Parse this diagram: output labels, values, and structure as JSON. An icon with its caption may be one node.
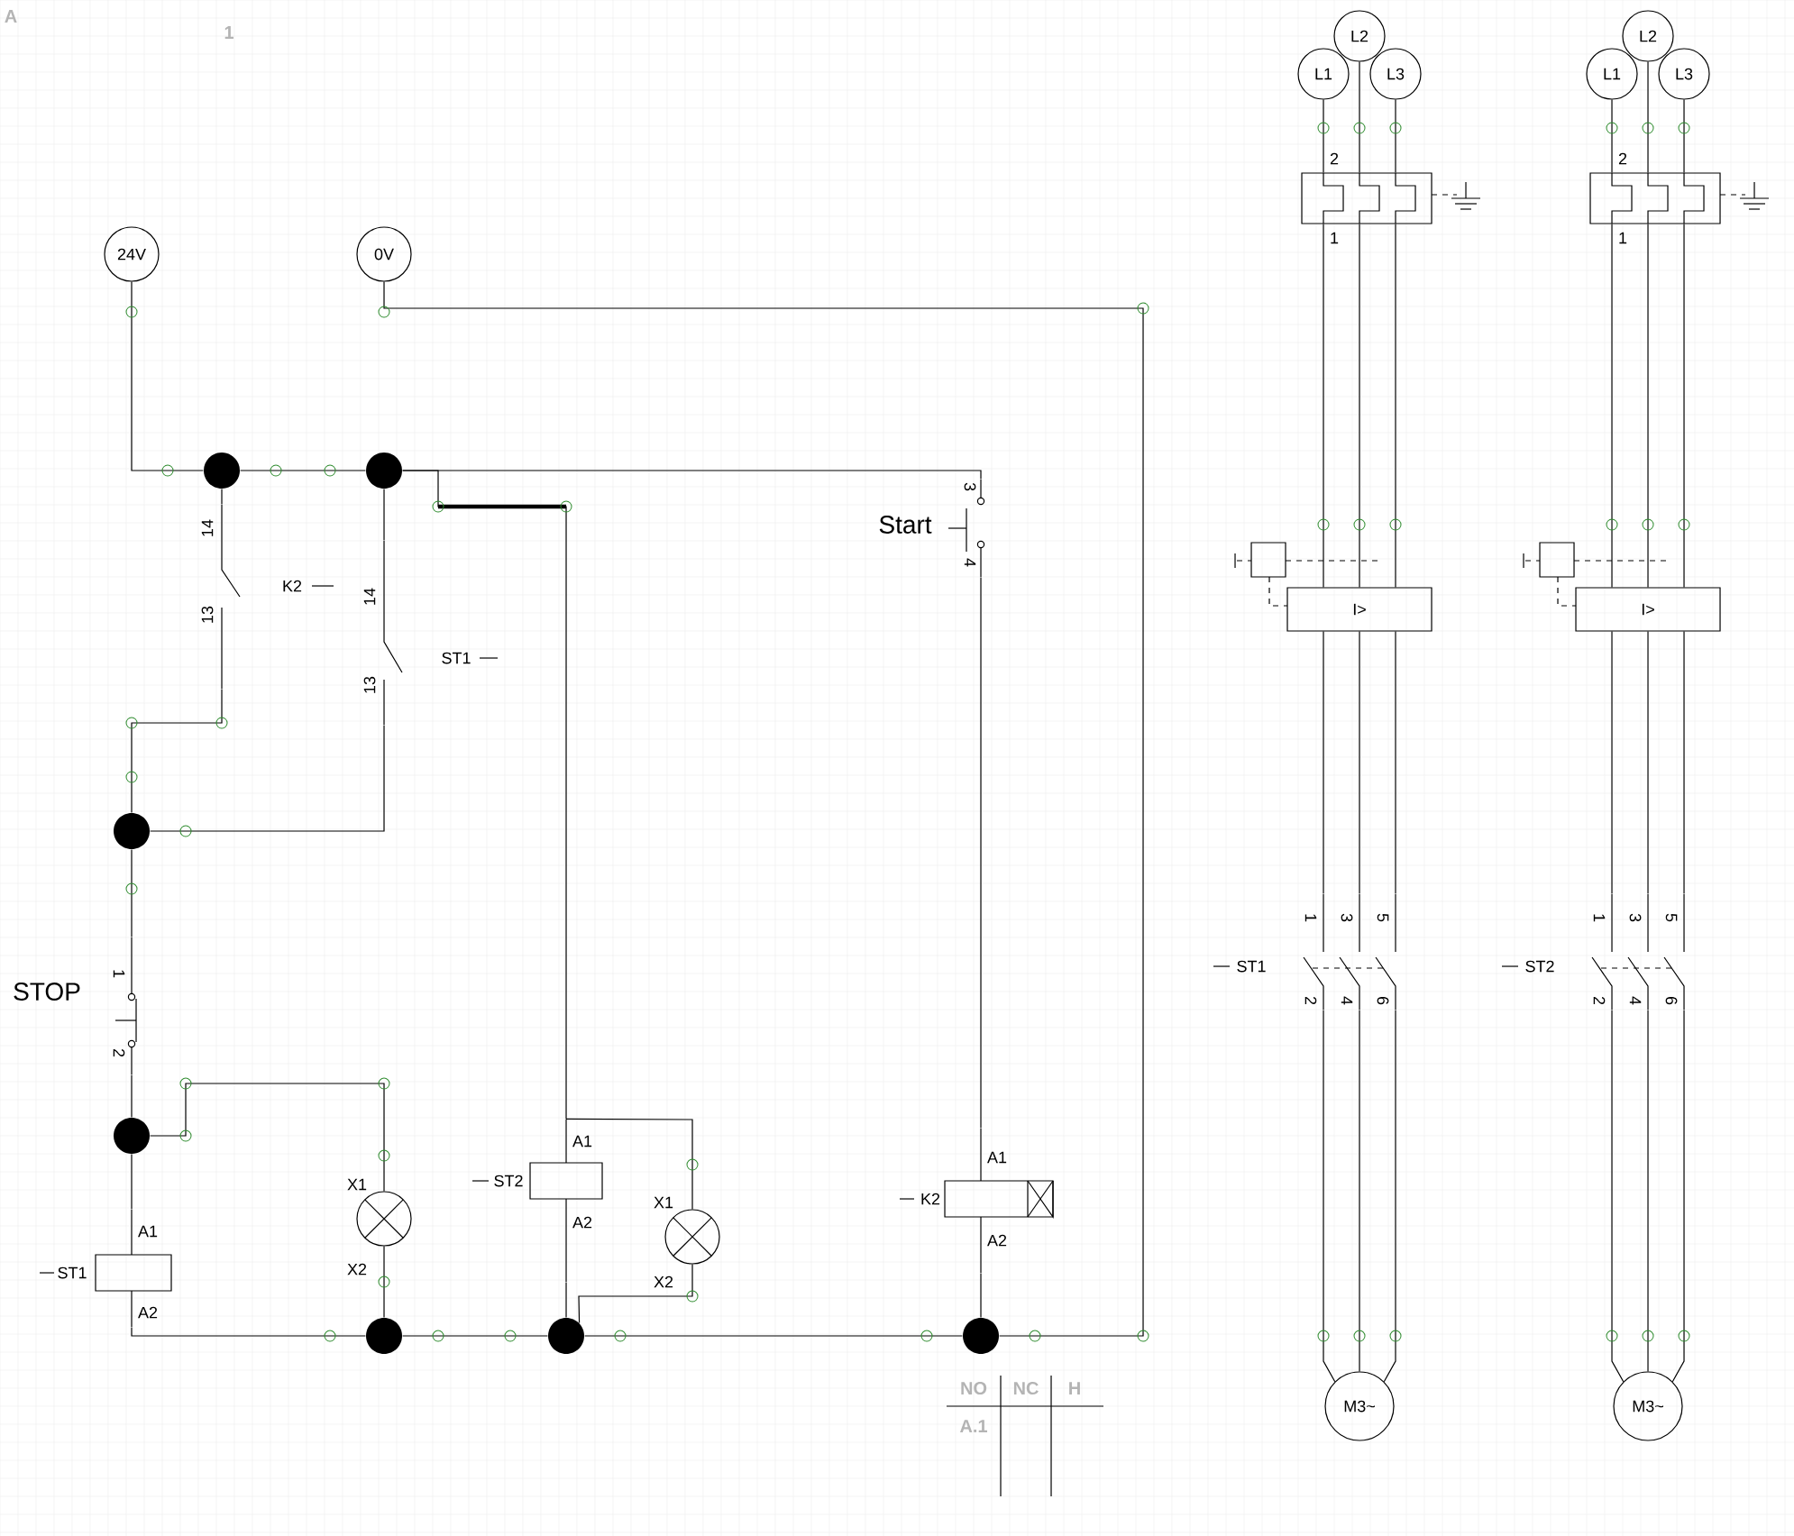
{
  "diagram": {
    "nodes": [
      {
        "text": [
          "24V"
        ]
      },
      {
        "text": [
          "0V"
        ]
      },
      {
        "text": [],
        "shape": "circle"
      },
      {
        "text": [],
        "shape": "circle"
      },
      {
        "text": [
          "14",
          "13"
        ],
        "beside": [
          "K2"
        ]
      },
      {
        "text": [
          "14",
          "13"
        ],
        "beside": [
          "ST1"
        ]
      },
      {
        "text": [
          "3",
          "4"
        ],
        "beside": [
          "Start"
        ]
      },
      {
        "text": [],
        "shape": "circle"
      },
      {
        "text": [
          "1",
          "2"
        ],
        "beside": [
          "STOP"
        ]
      },
      {
        "text": [],
        "shape": "circle"
      },
      {
        "text": [
          "X1",
          "X2"
        ]
      },
      {
        "text": [
          "A1",
          "A2"
        ],
        "beside": [
          "ST1"
        ]
      },
      {
        "text": [
          "A1",
          "A2"
        ],
        "beside": [
          "ST2"
        ]
      },
      {
        "text": [
          "X1",
          "X2"
        ]
      },
      {
        "text": [
          "A1",
          "A2"
        ],
        "beside": [
          "K2"
        ]
      },
      {
        "text": [],
        "shape": "circle"
      },
      {
        "text": [],
        "shape": "circle"
      },
      {
        "text": [],
        "shape": "circle"
      },
      {
        "text": [
          "L1"
        ]
      },
      {
        "text": [
          "L2"
        ]
      },
      {
        "text": [
          "L3"
        ]
      },
      {
        "text": [
          "2",
          "1"
        ]
      },
      {
        "text": [
          "I>"
        ]
      },
      {
        "text": [
          "1",
          "3",
          "5",
          "2",
          "4",
          "6"
        ],
        "beside": [
          "ST1"
        ]
      },
      {
        "text": [
          "M3~"
        ]
      },
      {
        "text": [
          "L1"
        ]
      },
      {
        "text": [
          "L2"
        ]
      },
      {
        "text": [
          "L3"
        ]
      },
      {
        "text": [
          "2",
          "1"
        ]
      },
      {
        "text": [
          "I>"
        ]
      },
      {
        "text": [
          "1",
          "3",
          "5",
          "2",
          "4",
          "6"
        ],
        "beside": [
          "ST2"
        ]
      },
      {
        "text": [
          "M3~"
        ]
      }
    ],
    "edges": [
      {
        "from": 0,
        "to": 2,
        "arrow": "none"
      },
      {
        "from": 2,
        "to": 3,
        "arrow": "none"
      },
      {
        "from": 2,
        "to": 4,
        "arrow": "none"
      },
      {
        "from": 3,
        "to": 5,
        "arrow": "none"
      },
      {
        "from": 3,
        "to": 6,
        "arrow": "none"
      },
      {
        "from": 3,
        "to": 12,
        "arrow": "none"
      },
      {
        "from": 4,
        "to": 7,
        "arrow": "none"
      },
      {
        "from": 5,
        "to": 7,
        "arrow": "none"
      },
      {
        "from": 7,
        "to": 8,
        "arrow": "none"
      },
      {
        "from": 8,
        "to": 9,
        "arrow": "none"
      },
      {
        "from": 9,
        "to": 10,
        "arrow": "none"
      },
      {
        "from": 9,
        "to": 11,
        "arrow": "none"
      },
      {
        "from": 11,
        "to": 15,
        "arrow": "none"
      },
      {
        "from": 10,
        "to": 15,
        "arrow": "none"
      },
      {
        "from": 15,
        "to": 16,
        "arrow": "none"
      },
      {
        "from": 12,
        "to": 13,
        "arrow": "none"
      },
      {
        "from": 13,
        "to": 16,
        "arrow": "none"
      },
      {
        "from": 12,
        "to": 16,
        "arrow": "none"
      },
      {
        "from": 16,
        "to": 17,
        "arrow": "none"
      },
      {
        "from": 6,
        "to": 14,
        "arrow": "none"
      },
      {
        "from": 14,
        "to": 17,
        "arrow": "none"
      },
      {
        "from": 17,
        "to": 1,
        "arrow": "none"
      },
      {
        "from": 18,
        "to": 21,
        "arrow": "none"
      },
      {
        "from": 19,
        "to": 21,
        "arrow": "none"
      },
      {
        "from": 20,
        "to": 21,
        "arrow": "none"
      },
      {
        "from": 21,
        "to": 22,
        "arrow": "none"
      },
      {
        "from": 21,
        "to": 22,
        "arrow": "none"
      },
      {
        "from": 21,
        "to": 22,
        "arrow": "none"
      },
      {
        "from": 22,
        "to": 23,
        "arrow": "none"
      },
      {
        "from": 22,
        "to": 23,
        "arrow": "none"
      },
      {
        "from": 22,
        "to": 23,
        "arrow": "none"
      },
      {
        "from": 23,
        "to": 24,
        "arrow": "none"
      },
      {
        "from": 23,
        "to": 24,
        "arrow": "none"
      },
      {
        "from": 23,
        "to": 24,
        "arrow": "none"
      },
      {
        "from": 25,
        "to": 28,
        "arrow": "none"
      },
      {
        "from": 26,
        "to": 28,
        "arrow": "none"
      },
      {
        "from": 27,
        "to": 28,
        "arrow": "none"
      },
      {
        "from": 28,
        "to": 29,
        "arrow": "none"
      },
      {
        "from": 28,
        "to": 29,
        "arrow": "none"
      },
      {
        "from": 28,
        "to": 29,
        "arrow": "none"
      },
      {
        "from": 29,
        "to": 30,
        "arrow": "none"
      },
      {
        "from": 29,
        "to": 30,
        "arrow": "none"
      },
      {
        "from": 29,
        "to": 30,
        "arrow": "none"
      },
      {
        "from": 30,
        "to": 31,
        "arrow": "none"
      },
      {
        "from": 30,
        "to": 31,
        "arrow": "none"
      },
      {
        "from": 30,
        "to": 31,
        "arrow": "none"
      }
    ],
    "labels": [
      "A",
      "1",
      "NO",
      "NC",
      "H",
      "A.1"
    ]
  }
}
